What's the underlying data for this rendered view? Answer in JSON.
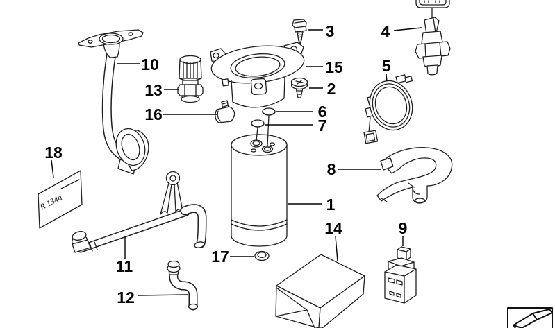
{
  "diagram": {
    "colors": {
      "background": "#ffffff",
      "line": "#1e1e1e",
      "text": "#000000"
    },
    "callouts": {
      "1": "1",
      "2": "2",
      "3": "3",
      "4": "4",
      "5": "5",
      "6": "6",
      "7": "7",
      "8": "8",
      "9": "9",
      "10": "10",
      "11": "11",
      "12": "12",
      "13": "13",
      "14": "14",
      "15": "15",
      "16": "16",
      "17": "17",
      "18": "18"
    },
    "sticker_text": "R 134a",
    "icons": {
      "bottom_right": "flat-seal-icon"
    }
  }
}
